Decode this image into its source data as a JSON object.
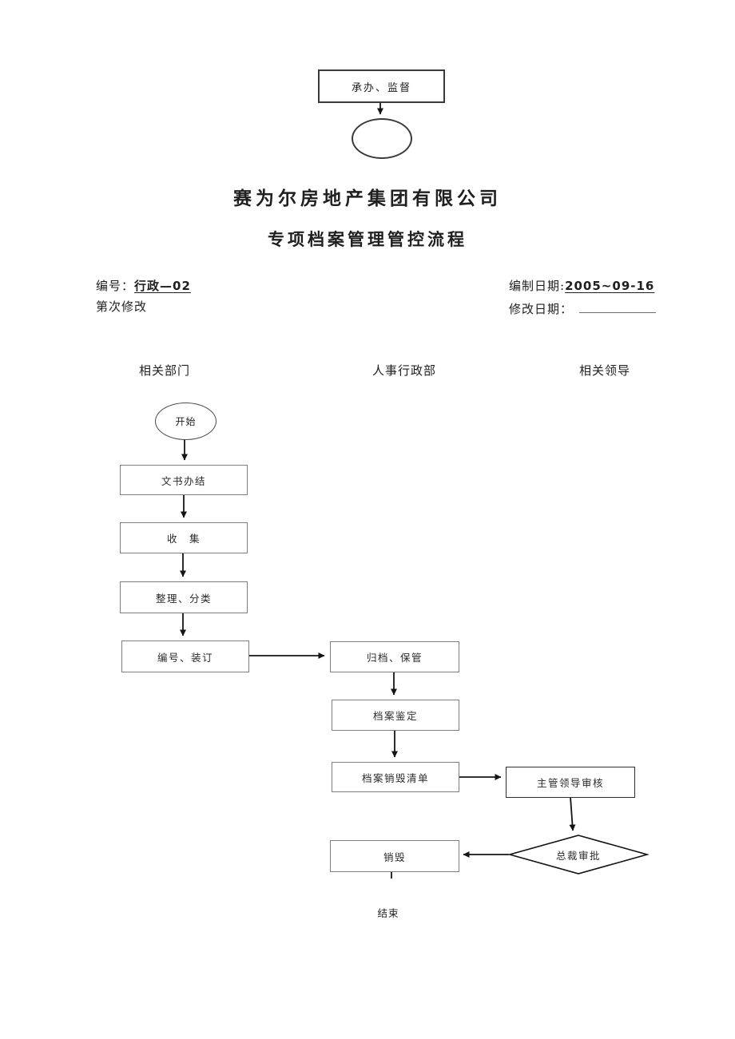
{
  "document": {
    "company_title": "赛为尔房地产集团有限公司",
    "process_title": "专项档案管理管控流程"
  },
  "meta": {
    "doc_number_label": "编号：",
    "doc_number_value": "行政—02",
    "revision_note": "第次修改",
    "created_date_label": "编制日期:",
    "created_date_value": "2005~09-16",
    "modified_date_label": "修改日期："
  },
  "lanes": {
    "related_departments": "相关部门",
    "hr_admin_department": "人事行政部",
    "related_leaders": "相关领导"
  },
  "header_fragment": {
    "box_label": "承办、监督"
  },
  "flowchart": {
    "start_label": "开始",
    "steps": {
      "document_completion": "文书办结",
      "collection": "收　集",
      "sorting_classification": "整理、分类",
      "numbering_binding": "编号、装订",
      "filing_keeping": "归档、保管",
      "archive_appraisal": "档案鉴定",
      "destruction_list": "档案销毁清单",
      "supervisor_review": "主管领导审核",
      "president_approval": "总裁审批",
      "destruction": "销毁"
    },
    "end_label": "结束"
  }
}
